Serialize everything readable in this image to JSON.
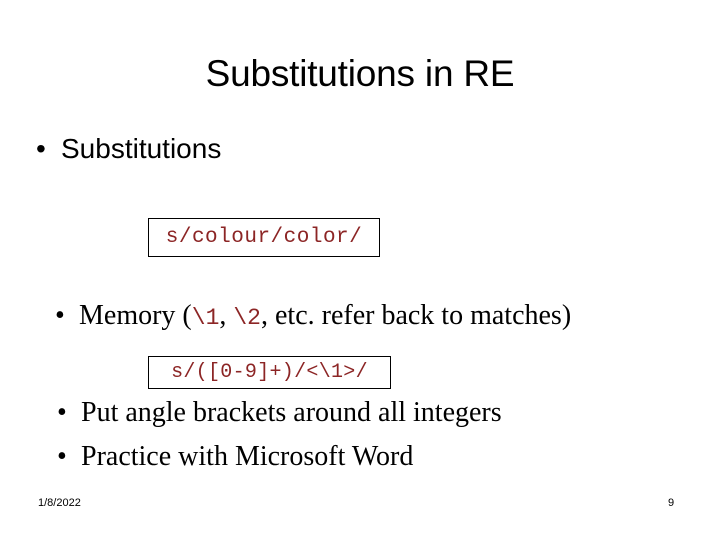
{
  "slide": {
    "title": "Substitutions in RE",
    "background_color": "#ffffff",
    "text_color": "#000000",
    "code_color": "#8c2525"
  },
  "bullets": [
    {
      "marker": "•",
      "text": "Substitutions"
    },
    {
      "marker": "•",
      "text_before": "Memory (",
      "code_1": "\\1",
      "sep_1": ", ",
      "code_2": "\\2",
      "text_after": ", etc. refer back to matches)"
    },
    {
      "marker": "•",
      "text": "Put angle brackets around all integers"
    },
    {
      "marker": "•",
      "text": "Practice with Microsoft Word"
    }
  ],
  "code_boxes": [
    {
      "text": "s/colour/color/"
    },
    {
      "text": "s/([0-9]+)/<\\1>/"
    }
  ],
  "footer": {
    "date": "1/8/2022",
    "page_number": "9"
  }
}
